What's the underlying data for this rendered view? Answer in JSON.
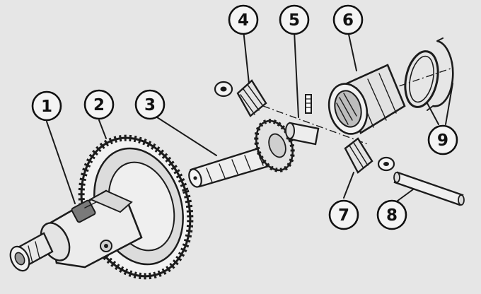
{
  "diagram": {
    "background": "#e6e6e6",
    "ink": "#1c1c1c",
    "callouts": [
      {
        "id": "1",
        "label": "1",
        "part": "differential-case"
      },
      {
        "id": "2",
        "label": "2",
        "part": "driven-gear"
      },
      {
        "id": "3",
        "label": "3",
        "part": "side-gear-shaft"
      },
      {
        "id": "4",
        "label": "4",
        "part": "pinion-gear-with-washer"
      },
      {
        "id": "5",
        "label": "5",
        "part": "pinion-shaft-and-pin"
      },
      {
        "id": "6",
        "label": "6",
        "part": "side-gear-housing"
      },
      {
        "id": "7",
        "label": "7",
        "part": "pinion-gear-with-washer-lower"
      },
      {
        "id": "8",
        "label": "8",
        "part": "pinion-axle"
      },
      {
        "id": "9",
        "label": "9",
        "part": "retaining-rings"
      }
    ]
  }
}
